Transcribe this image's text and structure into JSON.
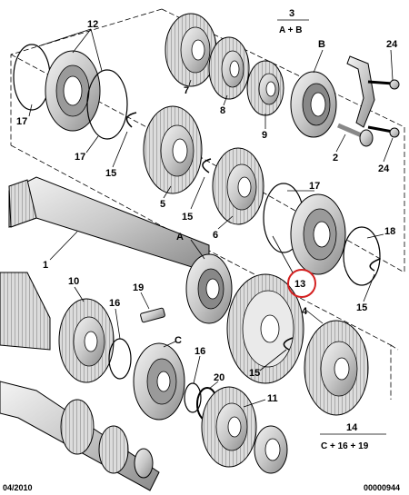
{
  "callouts": [
    {
      "id": "1",
      "text": "1"
    },
    {
      "id": "2",
      "text": "2"
    },
    {
      "id": "3",
      "text": "3"
    },
    {
      "id": "3sub",
      "text": "A + B"
    },
    {
      "id": "4",
      "text": "4"
    },
    {
      "id": "5",
      "text": "5"
    },
    {
      "id": "6",
      "text": "6"
    },
    {
      "id": "7",
      "text": "7"
    },
    {
      "id": "8",
      "text": "8"
    },
    {
      "id": "9",
      "text": "9"
    },
    {
      "id": "10",
      "text": "10"
    },
    {
      "id": "11",
      "text": "11"
    },
    {
      "id": "12",
      "text": "12"
    },
    {
      "id": "13",
      "text": "13"
    },
    {
      "id": "14",
      "text": "14"
    },
    {
      "id": "14sub",
      "text": "C + 16 + 19"
    },
    {
      "id": "15a",
      "text": "15"
    },
    {
      "id": "15b",
      "text": "15"
    },
    {
      "id": "15c",
      "text": "15"
    },
    {
      "id": "15d",
      "text": "15"
    },
    {
      "id": "16a",
      "text": "16"
    },
    {
      "id": "16b",
      "text": "16"
    },
    {
      "id": "17a",
      "text": "17"
    },
    {
      "id": "17b",
      "text": "17"
    },
    {
      "id": "17c",
      "text": "17"
    },
    {
      "id": "18",
      "text": "18"
    },
    {
      "id": "19",
      "text": "19"
    },
    {
      "id": "20",
      "text": "20"
    },
    {
      "id": "24a",
      "text": "24"
    },
    {
      "id": "24b",
      "text": "24"
    },
    {
      "id": "A1",
      "text": "A"
    },
    {
      "id": "B",
      "text": "B"
    },
    {
      "id": "C",
      "text": "C"
    }
  ],
  "footer": {
    "date": "04/2010",
    "ref": "00000944"
  },
  "colors": {
    "highlight": "#d42020",
    "line": "#000000",
    "gear_fill": "#e6e6e6",
    "gear_dark": "#8c8c8c"
  }
}
